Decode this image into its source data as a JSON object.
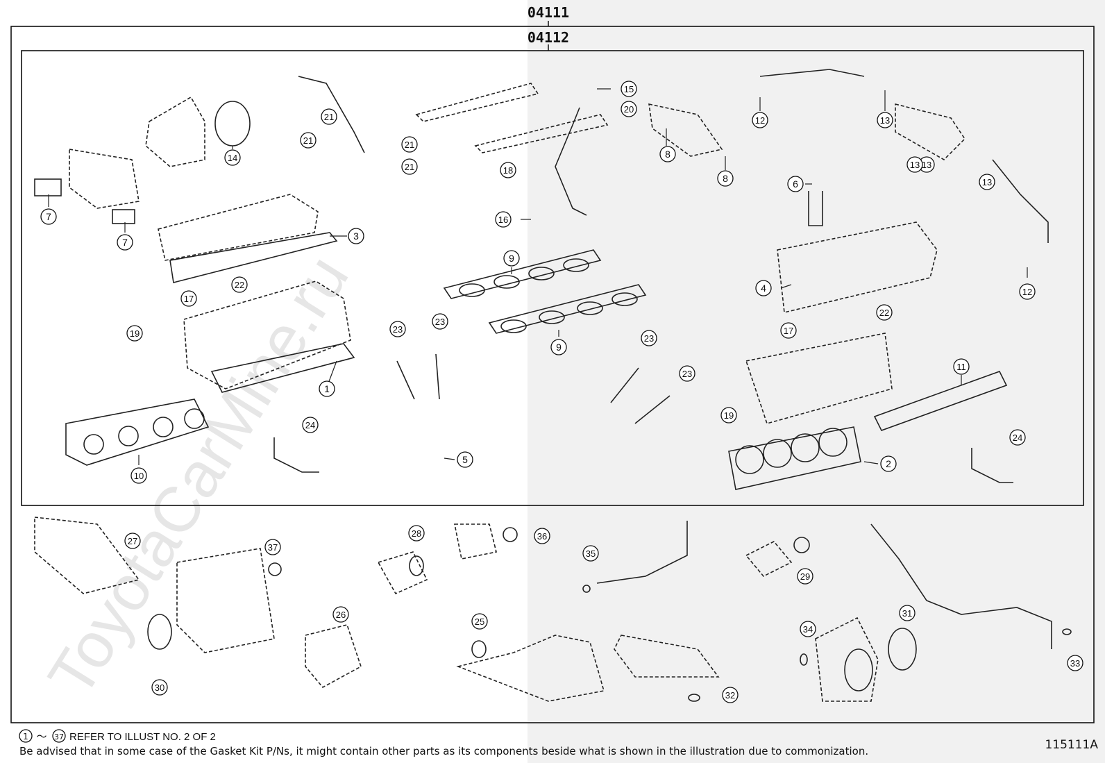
{
  "watermark": "ToyotaCarMine.ru",
  "kit_outer_label": "04111",
  "kit_inner_label": "04112",
  "notes": {
    "range_start": "1",
    "range_end": "37",
    "range_sep": "～",
    "refer_text": "REFER TO ILLUST NO. 2 OF 2",
    "disclaimer": "Be advised that in some case of the Gasket Kit P/Ns,  it might contain other parts as its components beside what is shown in the illustration due to commonization."
  },
  "illustration_number": "115111A",
  "callouts": [
    "1",
    "2",
    "3",
    "4",
    "5",
    "6",
    "7",
    "7",
    "8",
    "8",
    "9",
    "9",
    "10",
    "11",
    "12",
    "12",
    "13",
    "13",
    "13",
    "13",
    "14",
    "15",
    "16",
    "17",
    "17",
    "18",
    "19",
    "19",
    "20",
    "21",
    "21",
    "21",
    "21",
    "22",
    "22",
    "23",
    "23",
    "23",
    "23",
    "24",
    "24",
    "25",
    "26",
    "27",
    "28",
    "29",
    "30",
    "31",
    "32",
    "33",
    "34",
    "35",
    "36",
    "37"
  ]
}
